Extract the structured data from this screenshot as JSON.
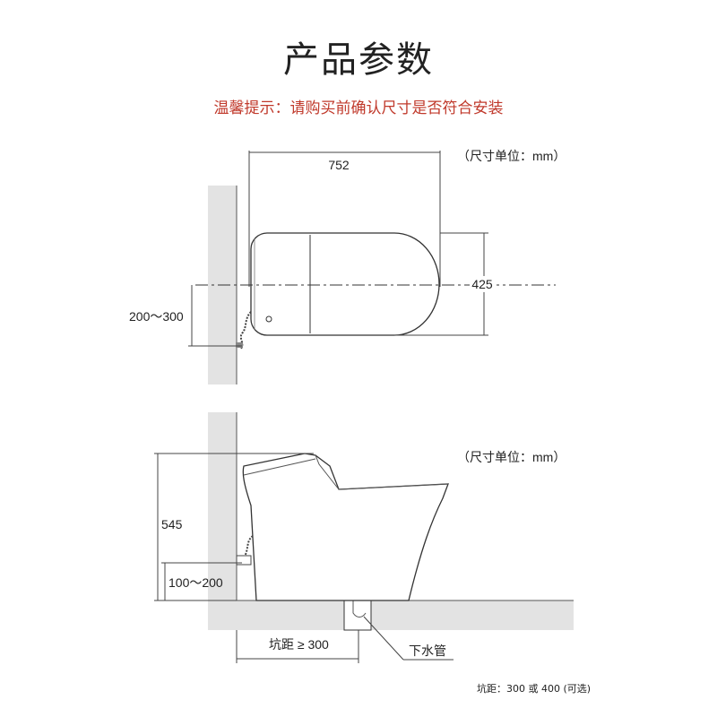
{
  "header": {
    "title": "产品参数",
    "subtitle": "温馨提示：请购买前确认尺寸是否符合安装"
  },
  "top_view": {
    "unit_note": "（尺寸单位：mm）",
    "width_label": "752",
    "depth_label": "425",
    "offset_label": "200～300"
  },
  "side_view": {
    "unit_note": "（尺寸单位：mm）",
    "height_label": "545",
    "inlet_label": "100～200",
    "rough_in_label": "坑距 ≥ 300",
    "drain_label": "下水管"
  },
  "footnote": "坑距：300 或 400 (可选)",
  "colors": {
    "wall": "#e3e3e3",
    "line": "#333333",
    "accent": "#c0392b"
  }
}
